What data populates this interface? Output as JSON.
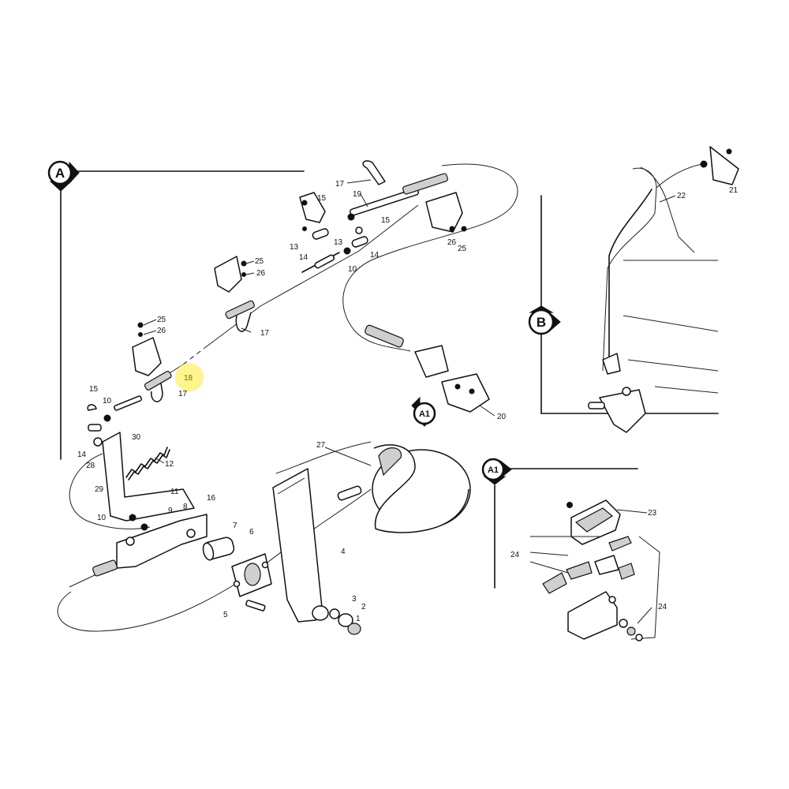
{
  "sections": {
    "a": "A",
    "b": "B",
    "a1_top": "A1",
    "a1_bottom": "A1"
  },
  "callouts": {
    "c1": "1",
    "c2": "2",
    "c3": "3",
    "c4": "4",
    "c5": "5",
    "c6": "6",
    "c7": "7",
    "c8": "8",
    "c9": "9",
    "c10a": "10",
    "c10b": "10",
    "c10c": "10",
    "c11": "11",
    "c12": "12",
    "c13a": "13",
    "c13b": "13",
    "c14a": "14",
    "c14b": "14",
    "c14c": "14",
    "c15a": "15",
    "c15b": "15",
    "c15c": "15",
    "c16": "16",
    "c17a": "17",
    "c17b": "17",
    "c17c": "17",
    "c18": "18",
    "c19": "19",
    "c20": "20",
    "c21": "21",
    "c22": "22",
    "c23": "23",
    "c24a": "24",
    "c24b": "24",
    "c25a": "25",
    "c25b": "25",
    "c25c": "25",
    "c26a": "26",
    "c26b": "26",
    "c26c": "26",
    "c27": "27",
    "c28": "28",
    "c29": "29",
    "c30": "30"
  },
  "highlight": {
    "color": "#fff27a",
    "callout": "18"
  }
}
